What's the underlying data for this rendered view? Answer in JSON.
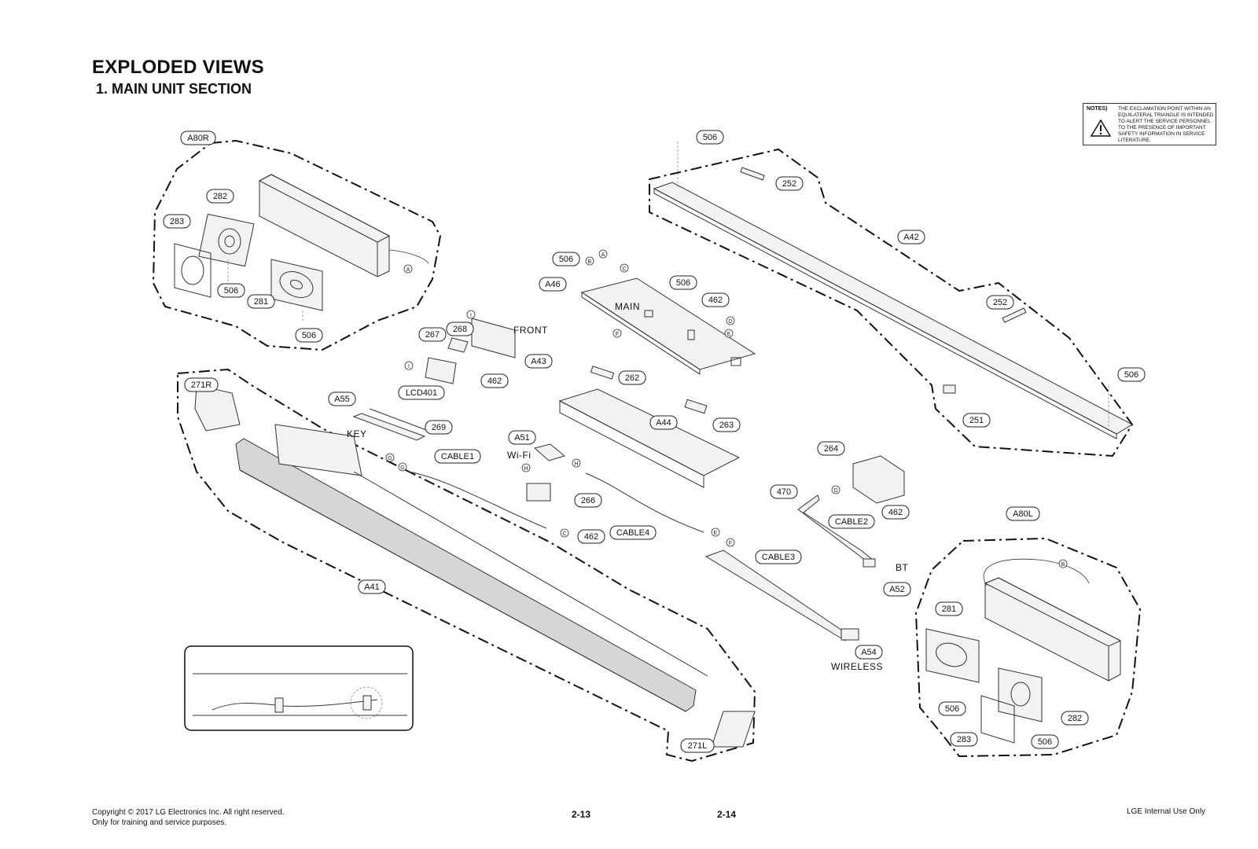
{
  "header": {
    "title": "EXPLODED VIEWS",
    "subtitle": "1. MAIN UNIT SECTION"
  },
  "notes": {
    "label": "NOTES)",
    "text": "THE EXCLAMATION POINT WITHIN AN EQUILATERAL TRIANGLE IS INTENDED TO ALERT THE SERVICE PERSONNEL TO THE PRESENCE OF IMPORTANT SAFETY INFORMATION IN SERVICE LITERATURE."
  },
  "footer": {
    "copyright_line1": "Copyright © 2017 LG Electronics Inc. All right reserved.",
    "copyright_line2": "Only for training and service purposes.",
    "page_left": "2-13",
    "page_right": "2-14",
    "internal": "LGE Internal Use Only"
  },
  "part_labels": {
    "a80r": "A80R",
    "p282a": "282",
    "p283a": "283",
    "p506a": "506",
    "p281a": "281",
    "p506b": "506",
    "p506top": "506",
    "p252a": "252",
    "a42": "A42",
    "p252b": "252",
    "p506r": "506",
    "p251": "251",
    "p506c": "506",
    "a46": "A46",
    "p506d": "506",
    "p462a": "462",
    "p267": "267",
    "p268": "268",
    "a43": "A43",
    "p462b": "462",
    "lcd401": "LCD401",
    "p271r": "271R",
    "a55": "A55",
    "p269": "269",
    "cable1": "CABLE1",
    "a51": "A51",
    "p262": "262",
    "a44": "A44",
    "p263": "263",
    "p470": "470",
    "p266": "266",
    "p462c": "462",
    "cable4": "CABLE4",
    "p264": "264",
    "p462d": "462",
    "cable2": "CABLE2",
    "cable3": "CABLE3",
    "a52": "A52",
    "a54": "A54",
    "a41": "A41",
    "p271l": "271L",
    "a80l": "A80L",
    "p281b": "281",
    "p506e": "506",
    "p282b": "282",
    "p283b": "283",
    "p506f": "506"
  },
  "board_words": {
    "main": "MAIN",
    "front": "FRONT",
    "key": "KEY",
    "wifi": "Wi-Fi",
    "bt": "BT",
    "wireless": "WIRELESS"
  },
  "connector_letters": {
    "a1": "A",
    "b1": "B",
    "a2": "A",
    "c1": "C",
    "d1": "D",
    "e1": "E",
    "f1": "F",
    "i1": "I",
    "i2": "I",
    "g1": "G",
    "g2": "G",
    "h1": "H",
    "h2": "H",
    "c2": "C",
    "e2": "E",
    "d2": "D",
    "f2": "F",
    "b2": "B"
  }
}
